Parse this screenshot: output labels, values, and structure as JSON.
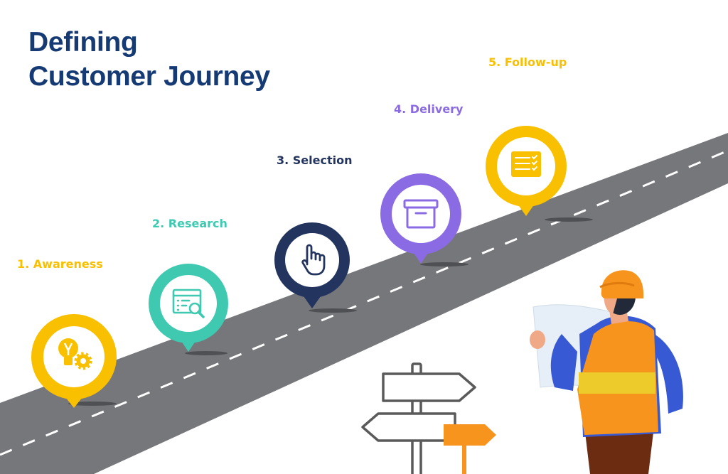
{
  "title": {
    "line1": "Defining",
    "line2": "Customer Journey"
  },
  "steps": [
    {
      "label": "1. Awareness",
      "color": "#f9c000",
      "icon": "lightbulb-gear-icon"
    },
    {
      "label": "2. Research",
      "color": "#3ec9b0",
      "icon": "search-list-icon"
    },
    {
      "label": "3. Selection",
      "color": "#23345f",
      "icon": "pointer-hand-icon"
    },
    {
      "label": "4. Delivery",
      "color": "#8b6be3",
      "icon": "package-box-icon"
    },
    {
      "label": "5. Follow-up",
      "color": "#f9c000",
      "icon": "checklist-icon"
    }
  ],
  "colors": {
    "road": "#76777b",
    "title": "#153a74",
    "pin_inner": "#ffffff",
    "worker_vest": "#f7941d",
    "worker_stripe": "#eccb2a",
    "worker_shirt": "#3759d3",
    "sign_outline": "#5a5a5a",
    "sign_accent": "#f7941d"
  }
}
